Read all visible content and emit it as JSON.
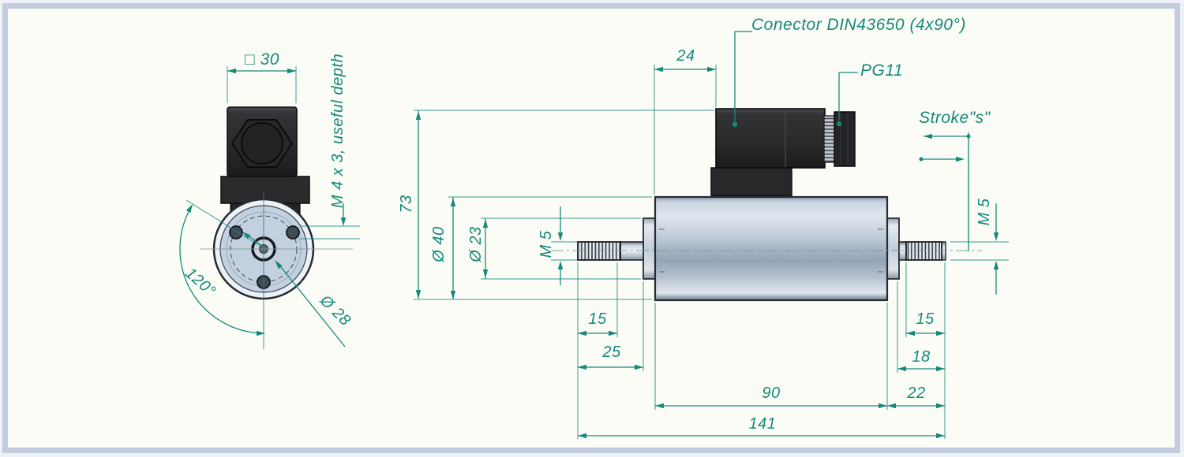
{
  "front": {
    "square_dim": "□ 30",
    "thread_note": "M 4 x 3, useful depth",
    "angle": "120°",
    "bolt_circle": "Ø 28"
  },
  "side": {
    "connector": "Conector DIN43650 (4x90°)",
    "gland": "PG11",
    "stroke": "Stroke\"s\"",
    "offset_24": "24",
    "height_73": "73",
    "dia_40": "Ø 40",
    "dia_23": "Ø 23",
    "m5_left": "M 5",
    "m5_right": "M 5",
    "len_15_left": "15",
    "len_25": "25",
    "len_90": "90",
    "len_141": "141",
    "len_15_right": "15",
    "len_18": "18",
    "len_22": "22"
  },
  "colors": {
    "dimension": "#15897a",
    "frame": "#c4cdde",
    "background": "#fcfcf6",
    "outline": "#262d35",
    "connector_black": "#2a2a2d",
    "metal_light": "#dfe6ee",
    "metal_dark": "#94a5b7"
  }
}
